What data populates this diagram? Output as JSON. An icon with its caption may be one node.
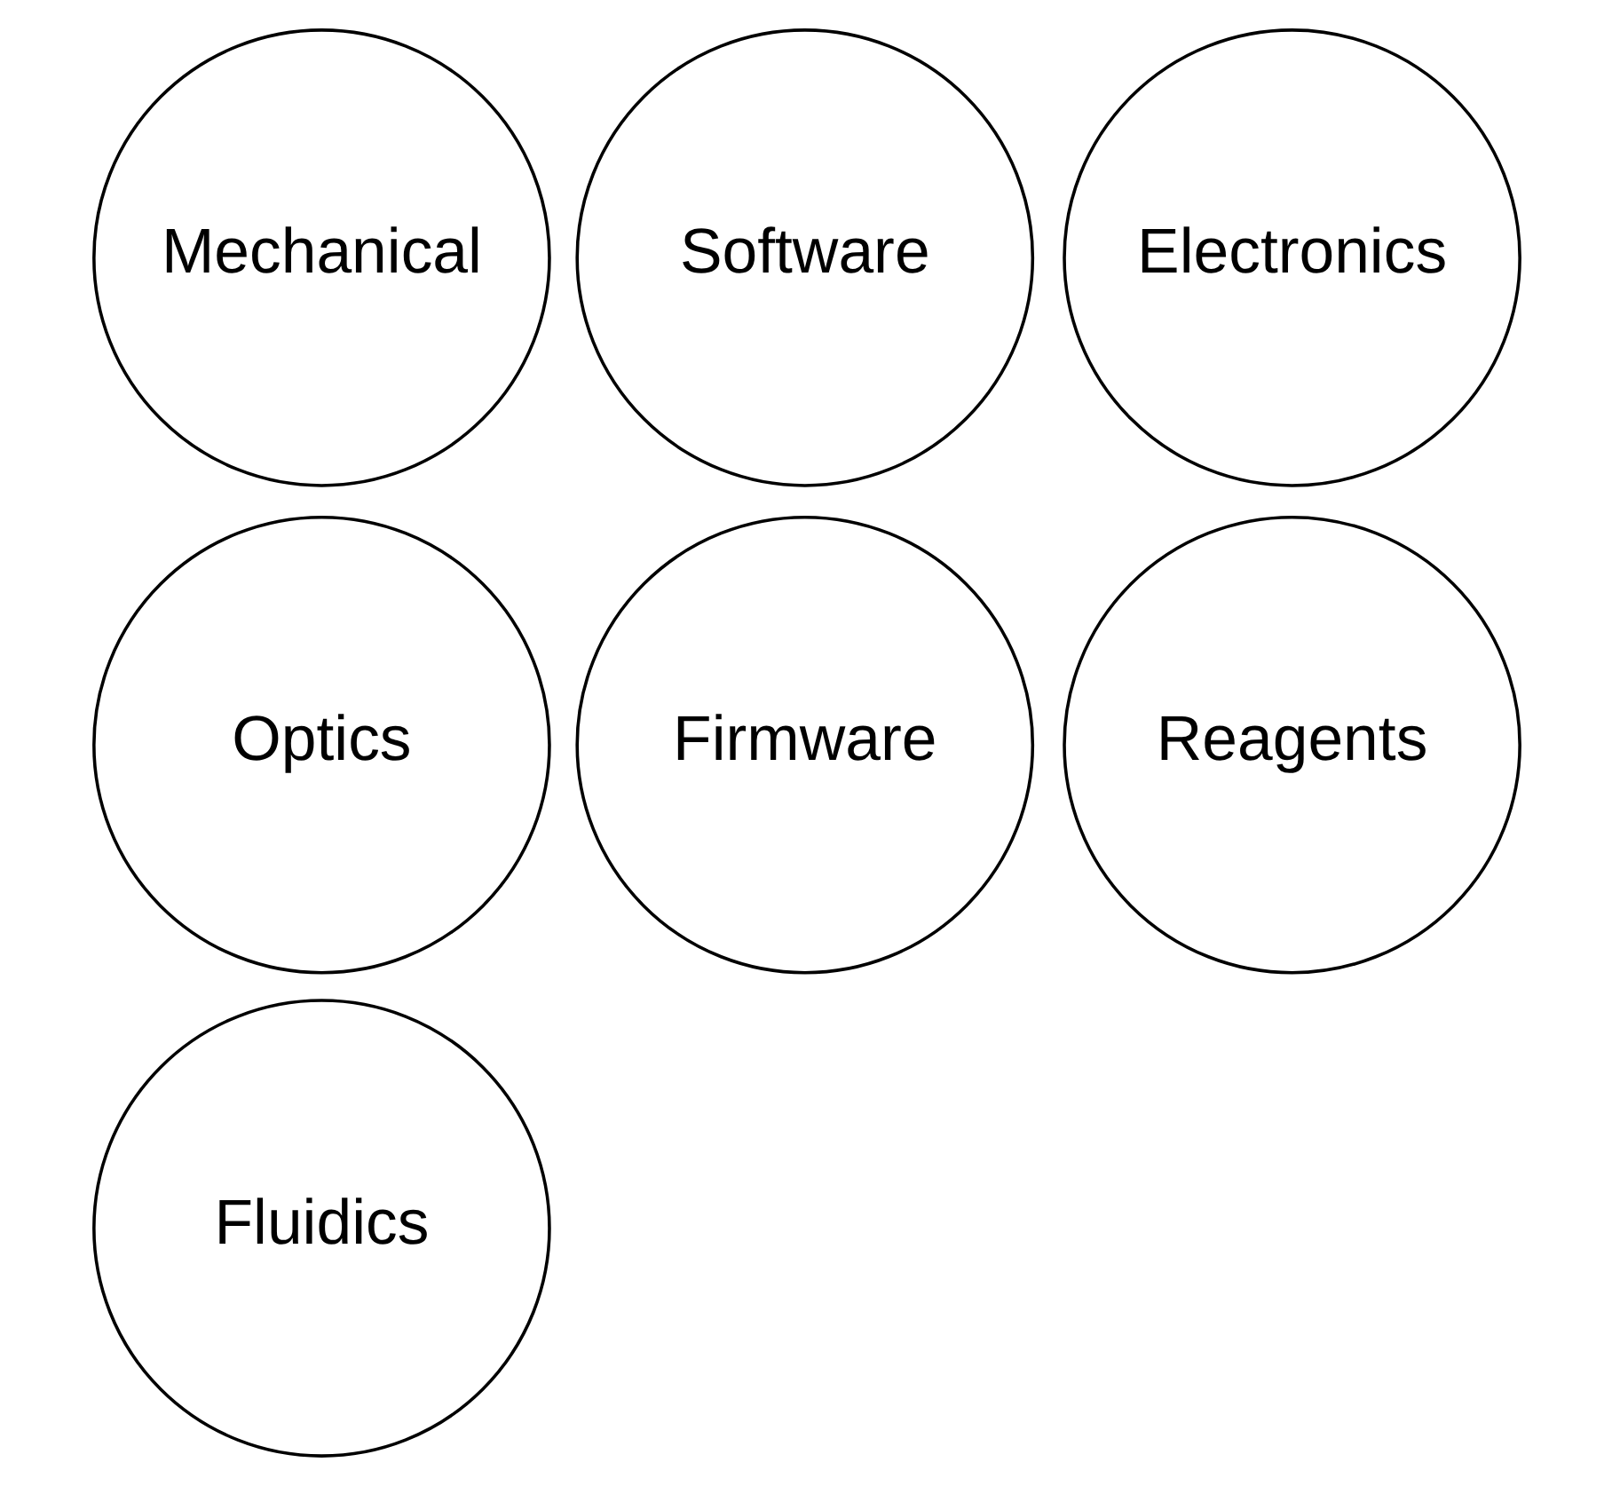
{
  "diagram": {
    "nodes": [
      {
        "text": [
          "Mechanical"
        ]
      },
      {
        "text": [
          "Software"
        ]
      },
      {
        "text": [
          "Electronics"
        ]
      },
      {
        "text": [
          "Optics"
        ]
      },
      {
        "text": [
          "Firmware"
        ]
      },
      {
        "text": [
          "Reagents"
        ]
      },
      {
        "text": [
          "Fluidics"
        ]
      }
    ]
  }
}
